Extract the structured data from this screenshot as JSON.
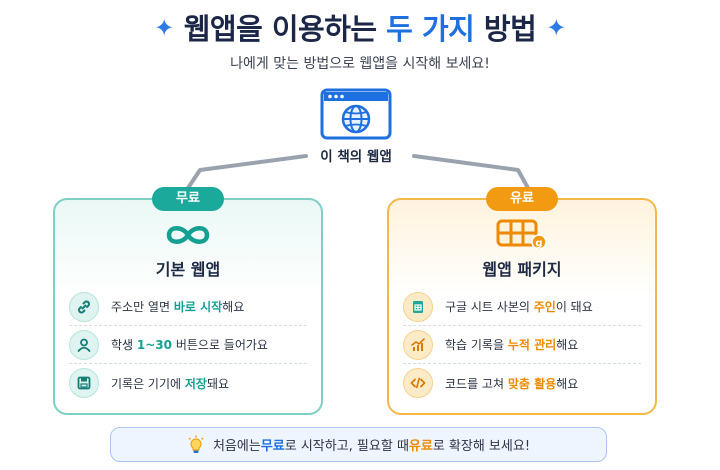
{
  "header": {
    "title_part1": "웹앱을 이용하는 ",
    "title_accent": "두 가지",
    "title_part2": " 방법",
    "subtitle": "나에게 맞는 방법으로 웹앱을 시작해 보세요!"
  },
  "center": {
    "icon": "globe-browser-icon",
    "label": "이 책의 웹앱"
  },
  "free": {
    "badge": "무료",
    "title": "기본 웹앱",
    "icon": "infinity-icon",
    "items": [
      {
        "icon": "link-icon",
        "pre": "주소만 열면 ",
        "hl": "바로 시작",
        "post": "해요"
      },
      {
        "icon": "user-icon",
        "pre": "학생 ",
        "hl": "1~30",
        "post": " 버튼으로 들어가요"
      },
      {
        "icon": "save-icon",
        "pre": "기록은 기기에 ",
        "hl": "저장",
        "post": "돼요"
      }
    ]
  },
  "paid": {
    "badge": "유료",
    "title": "웹앱 패키지",
    "icon": "sheet-package-icon",
    "items": [
      {
        "icon": "spreadsheet-icon",
        "pre": "구글 시트 사본의 ",
        "hl": "주인",
        "post": "이 돼요"
      },
      {
        "icon": "chart-up-icon",
        "pre": "학습 기록을 ",
        "hl": "누적 관리",
        "post": "해요"
      },
      {
        "icon": "code-icon",
        "pre": "코드를 고쳐 ",
        "hl": "맞춤 활용",
        "post": "해요"
      }
    ]
  },
  "tip": {
    "icon": "lightbulb-icon",
    "pre": "처음에는 ",
    "hl1": "무료",
    "mid": "로 시작하고, 필요할 때 ",
    "hl2": "유료",
    "post": "로 확장해 보세요!"
  },
  "colors": {
    "accent_blue": "#1e6fe0",
    "teal": "#1aa99a",
    "orange": "#f29b12"
  }
}
